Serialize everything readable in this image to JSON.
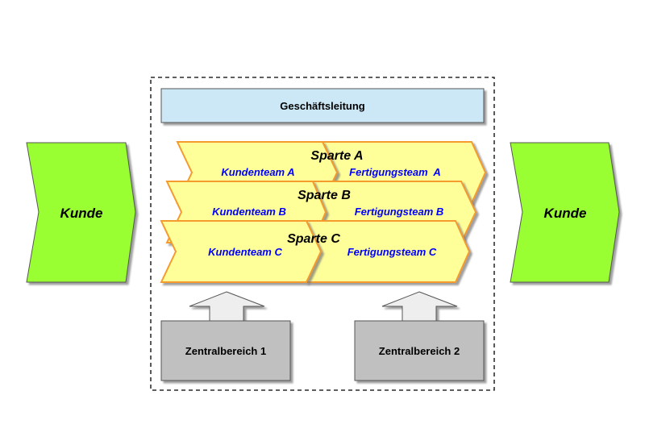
{
  "customer_left": "Kunde",
  "customer_right": "Kunde",
  "management": "Geschäftsleitung",
  "divisions": [
    {
      "title": "Sparte A",
      "customer_team": "Kundenteam A",
      "production_team": "Fertigungsteam  A"
    },
    {
      "title": "Sparte B",
      "customer_team": "Kundenteam B",
      "production_team": "Fertigungsteam B"
    },
    {
      "title": "Sparte C",
      "customer_team": "Kundenteam C",
      "production_team": "Fertigungsteam C"
    }
  ],
  "central_units": [
    "Zentralbereich 1",
    "Zentralbereich 2"
  ],
  "colors": {
    "customer": "#99ff33",
    "division": "#ffff99",
    "division_border": "#f59b2f",
    "management": "#cce8f7",
    "central": "#c0c0c0",
    "team_text": "#0000ff"
  }
}
